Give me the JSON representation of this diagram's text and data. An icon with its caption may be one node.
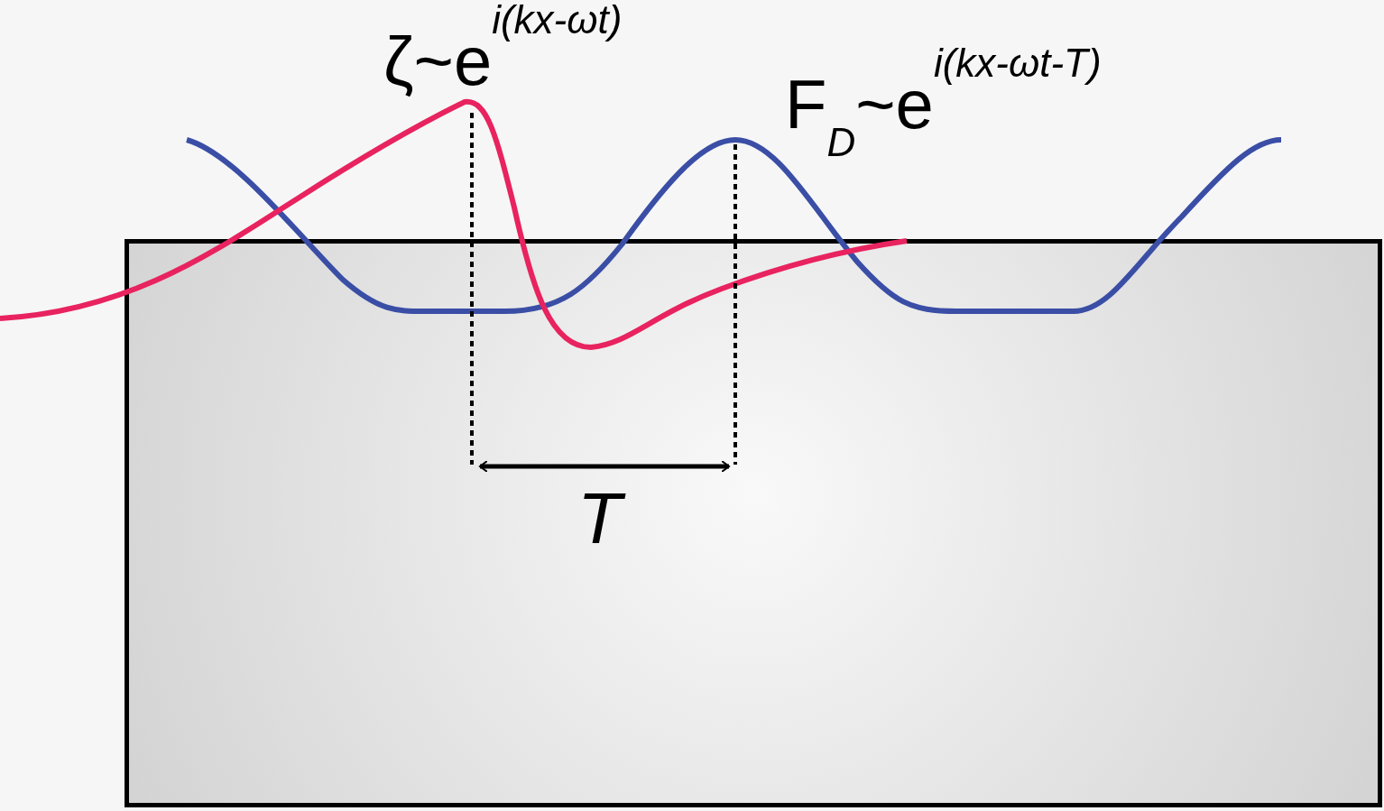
{
  "diagram": {
    "nodes": [
      {
        "text": [],
        "shape": "box"
      }
    ],
    "labels": [
      "ζ~e$^{i(kx-ωt)}$",
      "F$_{D}$~e$^{i(kx-ωt-T)}$",
      "T"
    ]
  }
}
